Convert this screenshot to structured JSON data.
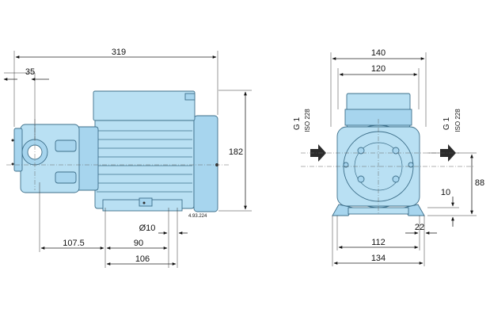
{
  "side_view": {
    "dims": {
      "overall_length": "319",
      "inlet_offset": "35",
      "height": "182",
      "foot_hole": "Ø10",
      "flange_offset": "107.5",
      "foot_spacing": "90",
      "base_length": "106"
    },
    "drawing_code": "4.93.224"
  },
  "front_view": {
    "dims": {
      "overall_width": "140",
      "terminal_box_width": "120",
      "shaft_height": "88",
      "foot_thickness": "10",
      "foot_width": "22",
      "hole_spacing": "112",
      "base_width": "134"
    },
    "port_left": {
      "thread": "G 1",
      "standard": "ISO 228"
    },
    "port_right": {
      "thread": "G 1",
      "standard": "ISO 228"
    }
  },
  "colors": {
    "body": "#b9e0f3",
    "outline": "#3d6f8a"
  }
}
